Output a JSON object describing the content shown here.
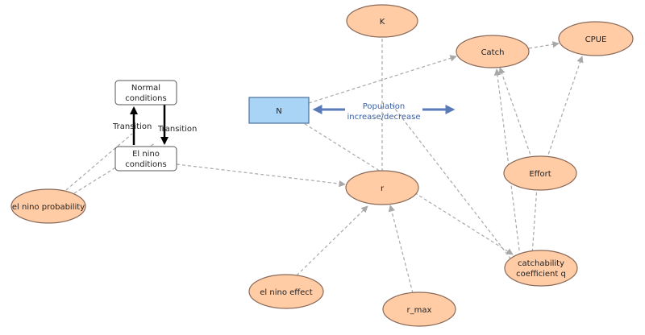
{
  "diagram": {
    "nodes": {
      "k": "K",
      "catch": "Catch",
      "cpue": "CPUE",
      "n": "N",
      "r": "r",
      "effort": "Effort",
      "catchability_line1": "catchability",
      "catchability_line2": "coefficient q",
      "el_nino_effect": "el nino effect",
      "r_max": "r_max",
      "el_nino_probability": "el nino probability",
      "normal_line1": "Normal",
      "normal_line2": "conditions",
      "elnino_line1": "El nino",
      "elnino_line2": "conditions"
    },
    "labels": {
      "transition_left": "Transition",
      "transition_right": "Transition",
      "flow_line1": "Population",
      "flow_line2": "increase/decrease"
    },
    "colors": {
      "variable_fill": "#ffcca6",
      "stock_fill": "#a9d4f5",
      "link": "#a8a8a8",
      "flow": "#5a7bb8"
    }
  }
}
